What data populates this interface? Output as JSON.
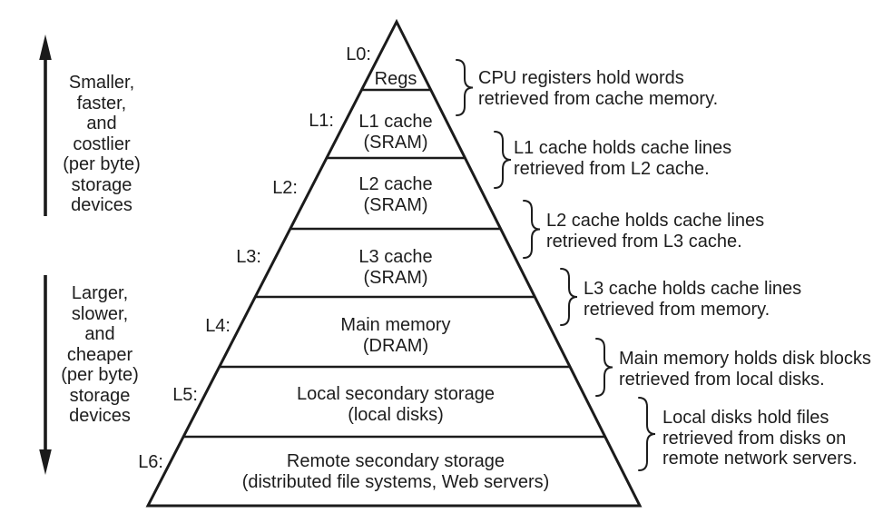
{
  "colors": {
    "ink": "#1d1d1d",
    "line": "#1b1b1b",
    "background": "#ffffff"
  },
  "left_annotations": {
    "top": {
      "text": "Smaller,\nfaster,\nand\ncostlier\n(per byte)\nstorage\ndevices"
    },
    "bottom": {
      "text": "Larger,\nslower,\nand\ncheaper\n(per byte)\nstorage\ndevices"
    }
  },
  "pyramid": {
    "levels": [
      {
        "id": "L0:",
        "label": "Regs"
      },
      {
        "id": "L1:",
        "label": "L1 cache\n(SRAM)"
      },
      {
        "id": "L2:",
        "label": "L2 cache\n(SRAM)"
      },
      {
        "id": "L3:",
        "label": "L3 cache\n(SRAM)"
      },
      {
        "id": "L4:",
        "label": "Main memory\n(DRAM)"
      },
      {
        "id": "L5:",
        "label": "Local secondary storage\n(local disks)"
      },
      {
        "id": "L6:",
        "label": "Remote secondary storage\n(distributed file systems, Web servers)"
      }
    ]
  },
  "right_annotations": [
    {
      "text": "CPU registers hold words\nretrieved from cache memory."
    },
    {
      "text": "L1 cache holds cache lines\nretrieved from L2 cache."
    },
    {
      "text": "L2 cache holds cache lines\nretrieved from L3 cache."
    },
    {
      "text": "L3 cache holds cache lines\nretrieved from memory."
    },
    {
      "text": "Main memory holds disk blocks\nretrieved from local disks."
    },
    {
      "text": "Local disks hold files\nretrieved from disks on\nremote network servers."
    }
  ]
}
